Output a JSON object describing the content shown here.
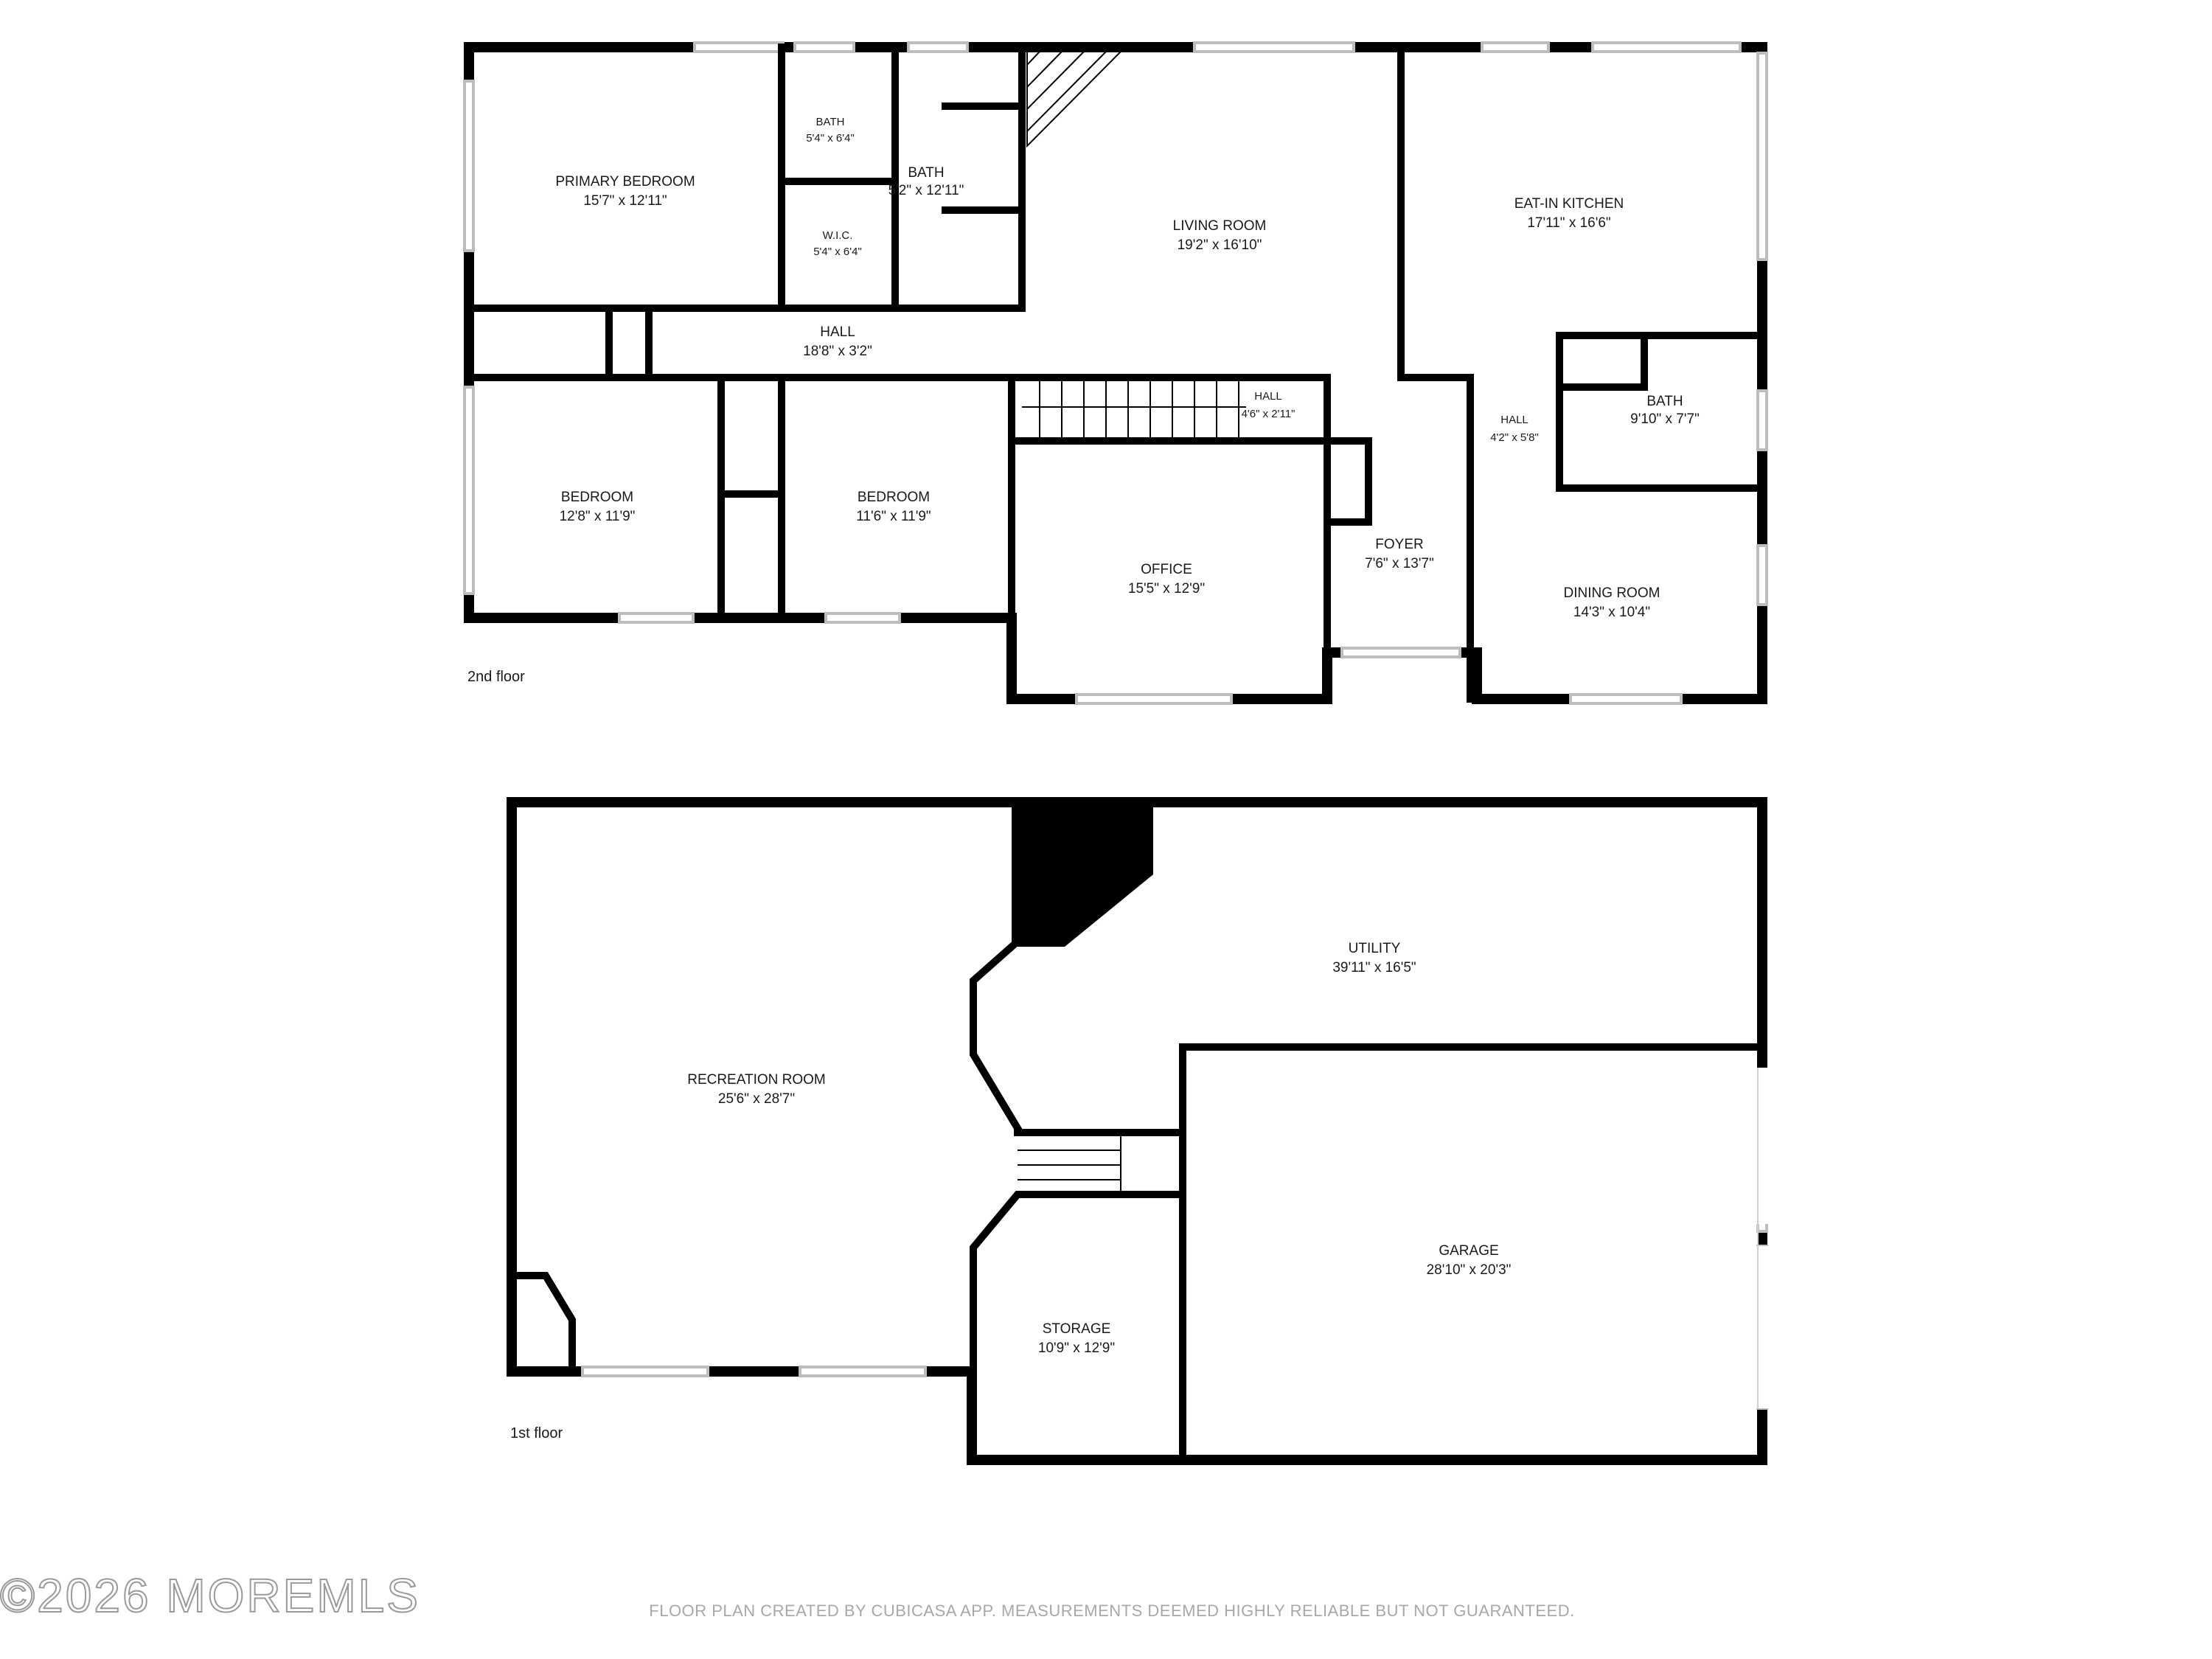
{
  "floors": [
    {
      "label": "2nd floor",
      "rooms": [
        {
          "id": "primary-bedroom",
          "name": "PRIMARY BEDROOM",
          "dims": "15'7\" x 12'11\""
        },
        {
          "id": "bath-upper-1",
          "name": "BATH",
          "dims": "5'4\" x 6'4\""
        },
        {
          "id": "wic",
          "name": "W.I.C.",
          "dims": "5'4\" x 6'4\""
        },
        {
          "id": "bath-upper-2",
          "name": "BATH",
          "dims": "5'2\" x 12'11\""
        },
        {
          "id": "living-room",
          "name": "LIVING ROOM",
          "dims": "19'2\" x 16'10\""
        },
        {
          "id": "eat-in-kitchen",
          "name": "EAT-IN KITCHEN",
          "dims": "17'11\" x 16'6\""
        },
        {
          "id": "hall-main",
          "name": "HALL",
          "dims": "18'8\" x 3'2\""
        },
        {
          "id": "hall-stairs",
          "name": "HALL",
          "dims": "4'6\" x 2'11\""
        },
        {
          "id": "hall-east",
          "name": "HALL",
          "dims": "4'2\" x 5'8\""
        },
        {
          "id": "bath-east",
          "name": "BATH",
          "dims": "9'10\" x 7'7\""
        },
        {
          "id": "bedroom-1",
          "name": "BEDROOM",
          "dims": "12'8\" x 11'9\""
        },
        {
          "id": "bedroom-2",
          "name": "BEDROOM",
          "dims": "11'6\" x 11'9\""
        },
        {
          "id": "office",
          "name": "OFFICE",
          "dims": "15'5\" x 12'9\""
        },
        {
          "id": "foyer",
          "name": "FOYER",
          "dims": "7'6\" x 13'7\""
        },
        {
          "id": "dining-room",
          "name": "DINING ROOM",
          "dims": "14'3\" x 10'4\""
        }
      ]
    },
    {
      "label": "1st floor",
      "rooms": [
        {
          "id": "recreation-room",
          "name": "RECREATION ROOM",
          "dims": "25'6\" x 28'7\""
        },
        {
          "id": "utility",
          "name": "UTILITY",
          "dims": "39'11\" x 16'5\""
        },
        {
          "id": "garage",
          "name": "GARAGE",
          "dims": "28'10\" x 20'3\""
        },
        {
          "id": "storage",
          "name": "STORAGE",
          "dims": "10'9\" x 12'9\""
        }
      ]
    }
  ],
  "watermark": "©2026 MOREMLS",
  "disclaimer": "FLOOR PLAN CREATED BY CUBICASA APP. MEASUREMENTS DEEMED HIGHLY RELIABLE BUT NOT GUARANTEED."
}
